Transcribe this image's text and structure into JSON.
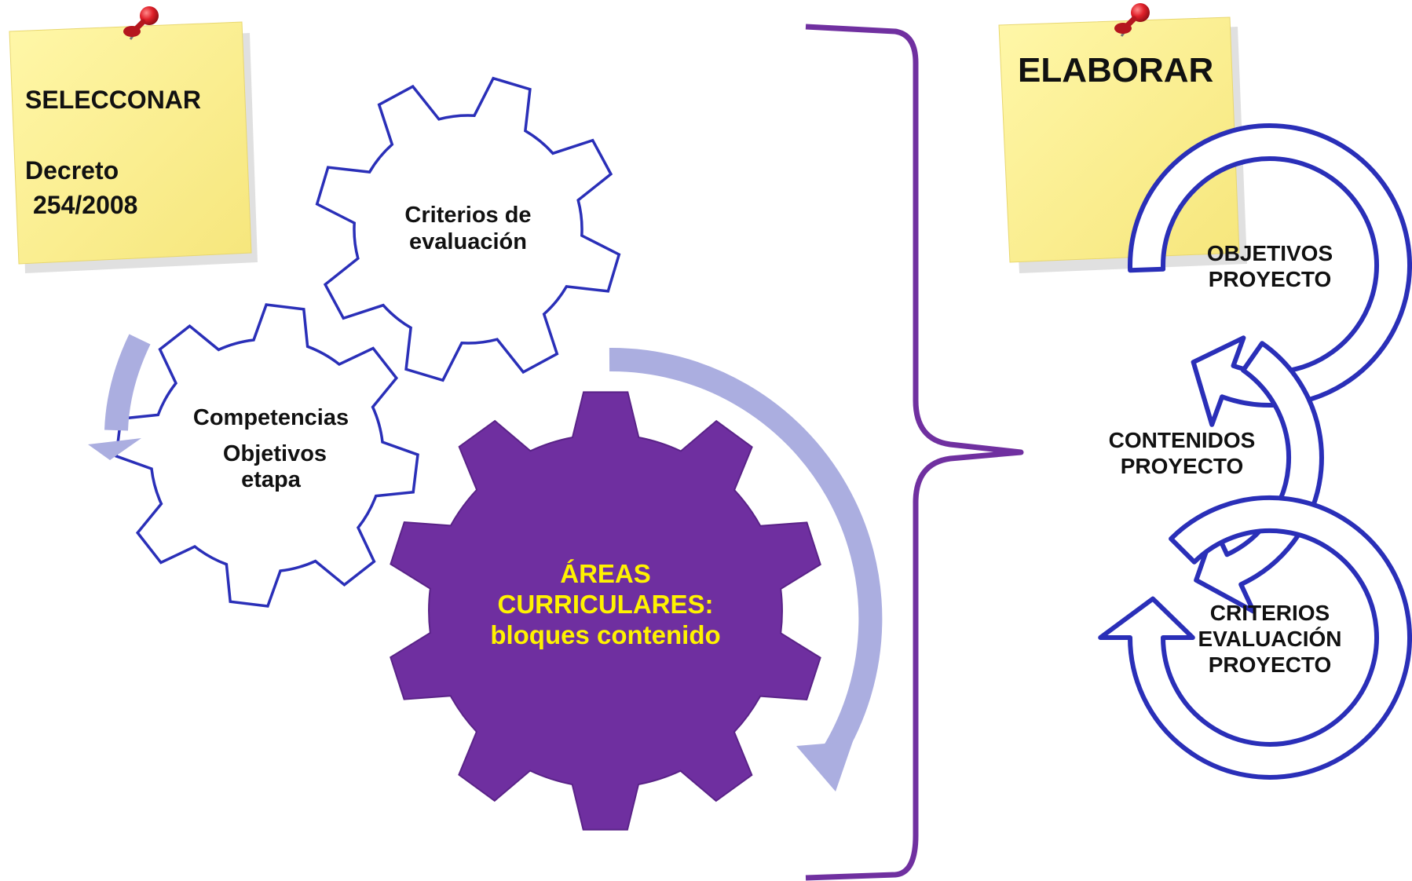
{
  "colors": {
    "note_yellow": "#FFF59A",
    "note_yellow_dark": "#F2E27A",
    "pin_red": "#E0202A",
    "gear_outline": "#2A2FB8",
    "gear_fill_purple": "#6F2FA0",
    "gear_text_yellow": "#FFF200",
    "arc_lavender": "#ABAEE0",
    "brace_purple": "#7030A0",
    "cycle_blue": "#2A2FB8"
  },
  "note_left": {
    "title": "SELECCONAR",
    "line1": "Decreto",
    "line2": "254/2008"
  },
  "note_right": {
    "title": "ELABORAR"
  },
  "gears": {
    "criterios": {
      "line1": "Criterios de",
      "line2": "evaluación"
    },
    "competencias": {
      "line1": "Competencias",
      "line2": "Objetivos",
      "line3": "etapa"
    },
    "areas": {
      "line1": "ÁREAS",
      "line2": "CURRICULARES:",
      "line3": "bloques contenido"
    }
  },
  "cycle": {
    "objetivos": {
      "line1": "OBJETIVOS",
      "line2": "PROYECTO"
    },
    "contenidos": {
      "line1": "CONTENIDOS",
      "line2": "PROYECTO"
    },
    "criterios": {
      "line1": "CRITERIOS",
      "line2": "EVALUACIÓN",
      "line3": "PROYECTO"
    }
  }
}
